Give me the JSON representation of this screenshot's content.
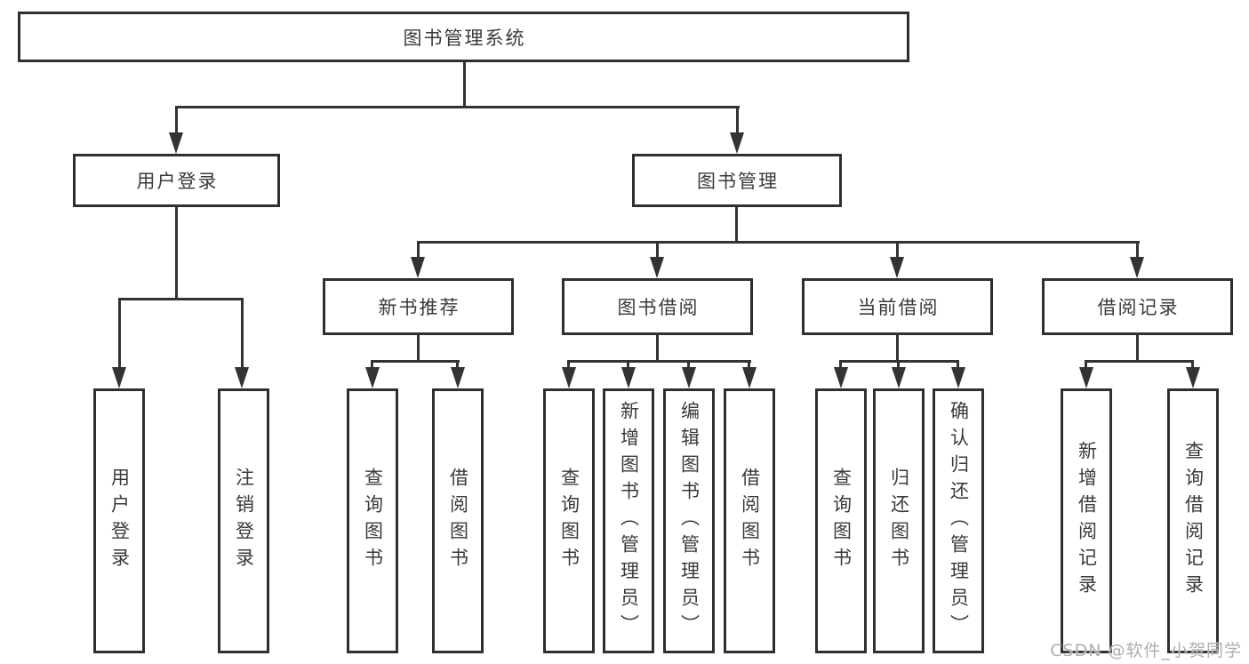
{
  "tree": {
    "root": {
      "label": "图书管理系统",
      "children": [
        {
          "label": "用户登录",
          "children": [
            {
              "label": "用户登录"
            },
            {
              "label": "注销登录"
            }
          ]
        },
        {
          "label": "图书管理",
          "children": [
            {
              "label": "新书推荐",
              "children": [
                {
                  "label": "查询图书"
                },
                {
                  "label": "借阅图书"
                }
              ]
            },
            {
              "label": "图书借阅",
              "children": [
                {
                  "label": "查询图书"
                },
                {
                  "label": "新增图书（管理员）"
                },
                {
                  "label": "编辑图书（管理员）"
                },
                {
                  "label": "借阅图书"
                }
              ]
            },
            {
              "label": "当前借阅",
              "children": [
                {
                  "label": "查询图书"
                },
                {
                  "label": "归还图书"
                },
                {
                  "label": "确认归还（管理员）"
                }
              ]
            },
            {
              "label": "借阅记录",
              "children": [
                {
                  "label": "新增借阅记录"
                },
                {
                  "label": "查询借阅记录"
                }
              ]
            }
          ]
        }
      ]
    }
  },
  "watermark": {
    "text": "CSDN @软件_小贺同学"
  },
  "colors": {
    "line": "#333333",
    "box_border": "#2f2f2f",
    "text": "#3a3a3a",
    "background": "#ffffff",
    "watermark": "#aeaeae"
  }
}
